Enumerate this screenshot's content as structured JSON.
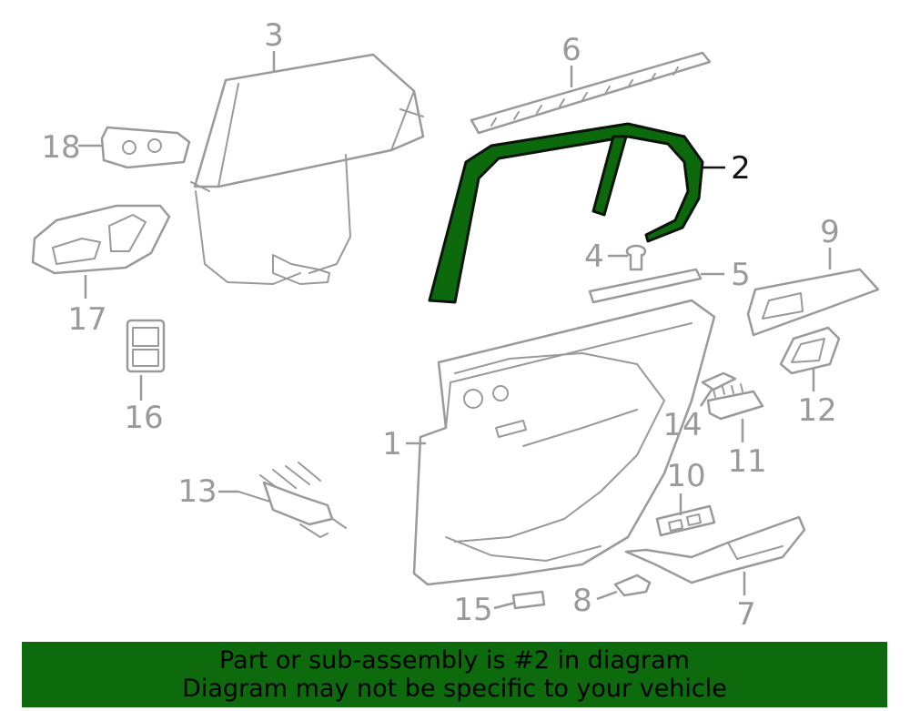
{
  "diagram": {
    "callouts": [
      {
        "id": "1",
        "label": "1"
      },
      {
        "id": "2",
        "label": "2",
        "highlighted": true
      },
      {
        "id": "3",
        "label": "3"
      },
      {
        "id": "4",
        "label": "4"
      },
      {
        "id": "5",
        "label": "5"
      },
      {
        "id": "6",
        "label": "6"
      },
      {
        "id": "7",
        "label": "7"
      },
      {
        "id": "8",
        "label": "8"
      },
      {
        "id": "9",
        "label": "9"
      },
      {
        "id": "10",
        "label": "10"
      },
      {
        "id": "11",
        "label": "11"
      },
      {
        "id": "12",
        "label": "12"
      },
      {
        "id": "13",
        "label": "13"
      },
      {
        "id": "14",
        "label": "14"
      },
      {
        "id": "15",
        "label": "15"
      },
      {
        "id": "16",
        "label": "16"
      },
      {
        "id": "17",
        "label": "17"
      },
      {
        "id": "18",
        "label": "18"
      }
    ],
    "highlight_color": "#0c6a0c",
    "line_color": "#9a9a9a"
  },
  "banner": {
    "line1": "Part or sub-assembly is #2 in diagram",
    "line2": "Diagram may not be specific to your vehicle",
    "background": "#0d6a0d"
  }
}
